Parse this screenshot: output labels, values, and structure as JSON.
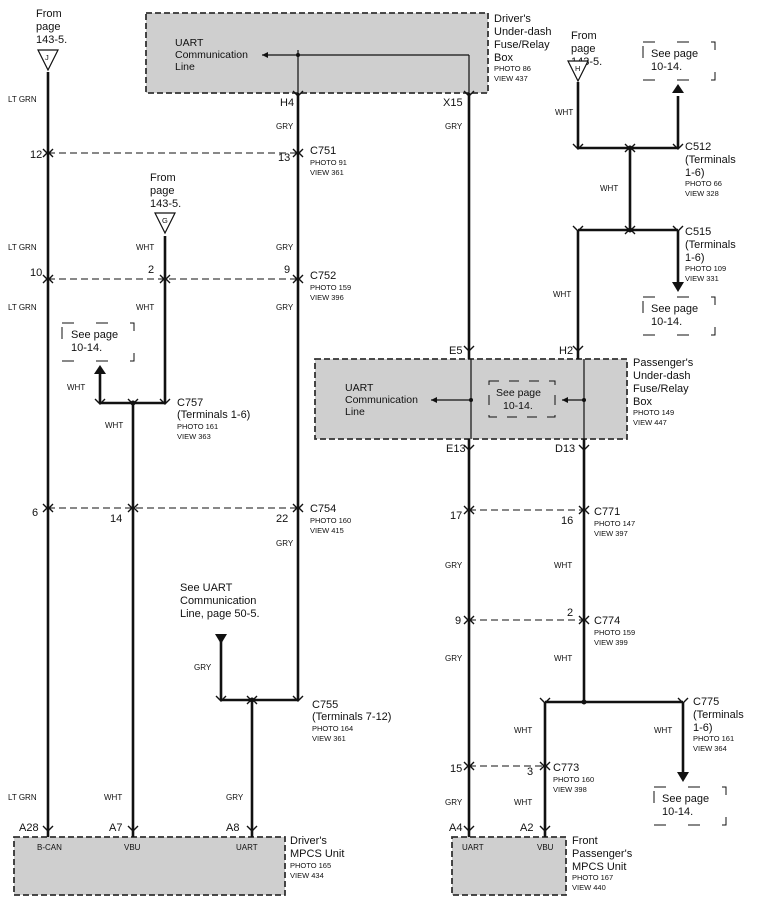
{
  "refs": {
    "from_j": {
      "text": [
        "From",
        "page",
        "143-5."
      ],
      "tag": "J"
    },
    "from_g": {
      "text": [
        "From",
        "page",
        "143-5."
      ],
      "tag": "G"
    },
    "from_h": {
      "text": [
        "From",
        "page",
        "143-5."
      ],
      "tag": "H"
    },
    "see_10_14": [
      "See page",
      "10-14."
    ],
    "see_uart": [
      "See UART",
      "Communication",
      "Line, page 50-5."
    ]
  },
  "boxes": {
    "driver_fuse": {
      "inner": [
        "UART",
        "Communication",
        "Line"
      ],
      "name": [
        "Driver's",
        "Under-dash",
        "Fuse/Relay",
        "Box"
      ],
      "photo": "PHOTO 86",
      "view": "VIEW 437",
      "pins": [
        "H4",
        "X15"
      ]
    },
    "pass_fuse": {
      "inner": [
        "UART",
        "Communication",
        "Line"
      ],
      "inner_ref": [
        "See page",
        "10-14."
      ],
      "name": [
        "Passenger's",
        "Under-dash",
        "Fuse/Relay",
        "Box"
      ],
      "photo": "PHOTO 149",
      "view": "VIEW 447",
      "pins_top": [
        "E5",
        "H2"
      ],
      "pins_bottom": [
        "E13",
        "D13"
      ]
    },
    "driver_mpcs": {
      "name": [
        "Driver's",
        "MPCS Unit"
      ],
      "photo": "PHOTO 165",
      "view": "VIEW 434",
      "pins": [
        "A28",
        "A7",
        "A8"
      ],
      "terms": [
        "B-CAN",
        "VBU",
        "UART"
      ]
    },
    "pass_mpcs": {
      "name": [
        "Front",
        "Passenger's",
        "MPCS Unit"
      ],
      "photo": "PHOTO 167",
      "view": "VIEW 440",
      "pins": [
        "A4",
        "A2"
      ],
      "terms": [
        "UART",
        "VBU"
      ]
    }
  },
  "connectors": {
    "c751": {
      "name": "C751",
      "photo": "PHOTO 91",
      "view": "VIEW 361",
      "pins": [
        "12",
        "13"
      ]
    },
    "c752": {
      "name": "C752",
      "photo": "PHOTO 159",
      "view": "VIEW 396",
      "pins": [
        "10",
        "2",
        "9"
      ]
    },
    "c757": {
      "name": "C757",
      "terms": "(Terminals 1-6)",
      "photo": "PHOTO 161",
      "view": "VIEW 363"
    },
    "c754": {
      "name": "C754",
      "photo": "PHOTO 160",
      "view": "VIEW 415",
      "pins": [
        "6",
        "14",
        "22"
      ]
    },
    "c755": {
      "name": "C755",
      "terms": "(Terminals 7-12)",
      "photo": "PHOTO 164",
      "view": "VIEW 361"
    },
    "c512": {
      "name": "C512",
      "terms": [
        "(Terminals",
        "1-6)"
      ],
      "photo": "PHOTO 66",
      "view": "VIEW 328"
    },
    "c515": {
      "name": "C515",
      "terms": [
        "(Terminals",
        "1-6)"
      ],
      "photo": "PHOTO 109",
      "view": "VIEW 331"
    },
    "c771": {
      "name": "C771",
      "photo": "PHOTO 147",
      "view": "VIEW 397",
      "pins": [
        "17",
        "16"
      ]
    },
    "c774": {
      "name": "C774",
      "photo": "PHOTO 159",
      "view": "VIEW 399",
      "pins": [
        "9",
        "2"
      ]
    },
    "c775": {
      "name": "C775",
      "terms": [
        "(Terminals",
        "1-6)"
      ],
      "photo": "PHOTO 161",
      "view": "VIEW 364"
    },
    "c773": {
      "name": "C773",
      "photo": "PHOTO 160",
      "view": "VIEW 398",
      "pins": [
        "15",
        "3"
      ]
    }
  },
  "colors": {
    "lt_grn": "LT GRN",
    "gry": "GRY",
    "wht": "WHT"
  }
}
